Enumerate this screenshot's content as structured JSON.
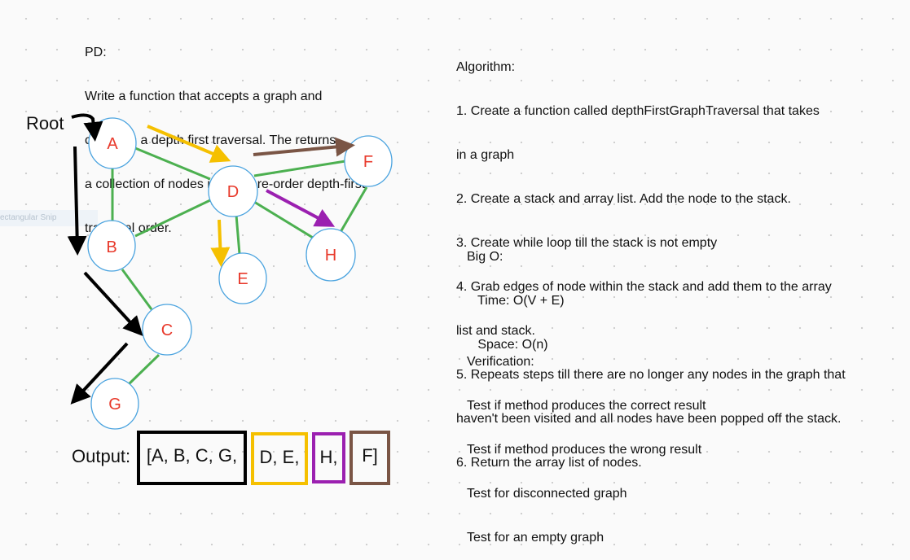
{
  "problem": {
    "heading": "PD:",
    "lines": [
      "Write a function that accepts a graph and",
      "conducts a depth first traversal. The returns",
      "a collection of nodes in their pre-order depth-first",
      "traversal order."
    ]
  },
  "algorithm": {
    "heading": "Algorithm:",
    "lines": [
      "1. Create a function called depthFirstGraphTraversal that takes",
      "in a graph",
      "2. Create a stack and array list. Add the node to the stack.",
      "3. Create while loop till the stack is not empty",
      "4. Grab edges of node within the stack and add them to the array",
      "list and stack.",
      "5. Repeats steps till there are no longer any nodes in the graph that",
      "haven't been visited and all nodes have been popped off the stack.",
      "6. Return the array list of nodes."
    ]
  },
  "bigo": {
    "heading": "Big O:",
    "time": "   Time: O(V + E)",
    "space": "   Space: O(n)"
  },
  "verification": {
    "heading": "Verification:",
    "lines": [
      "Test if method produces the correct result",
      "Test if method produces the wrong result",
      "Test for disconnected graph",
      "Test for an empty graph"
    ]
  },
  "snip_label": "ectangular Snip",
  "root_label": "Root",
  "output": {
    "label": "Output:",
    "groups": [
      {
        "text": "[A, B, C, G,",
        "color": "#000000"
      },
      {
        "text": "D, E,",
        "color": "#f5c000"
      },
      {
        "text": "H,",
        "color": "#9b20b0"
      },
      {
        "text": "F]",
        "color": "#7a5545"
      }
    ]
  },
  "graph": {
    "node_label_color": "#e8392b",
    "node_border_color": "#4aa3df",
    "edge_color": "#4cb050",
    "nodes": [
      "A",
      "B",
      "C",
      "D",
      "E",
      "F",
      "G",
      "H"
    ],
    "edges": [
      [
        "A",
        "B"
      ],
      [
        "A",
        "D"
      ],
      [
        "B",
        "D"
      ],
      [
        "B",
        "C"
      ],
      [
        "C",
        "G"
      ],
      [
        "D",
        "E"
      ],
      [
        "D",
        "F"
      ],
      [
        "D",
        "H"
      ],
      [
        "F",
        "H"
      ]
    ]
  }
}
